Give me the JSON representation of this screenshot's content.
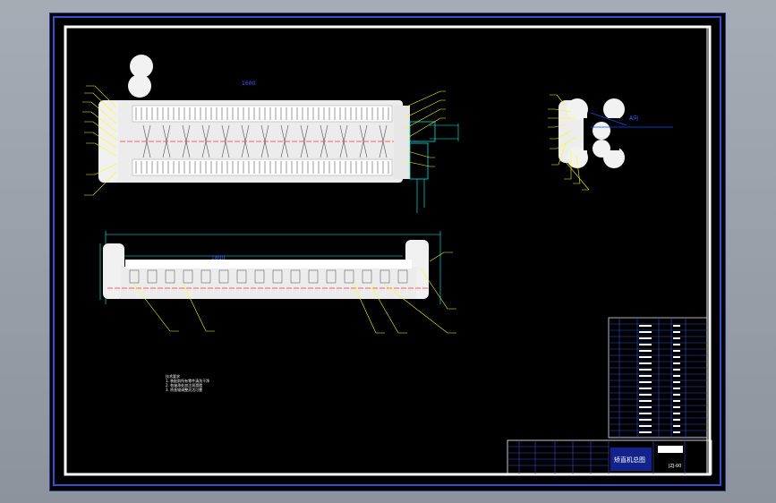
{
  "colors": {
    "background": "#000000",
    "border_blue": "#3050d0",
    "outline": "#ffffff",
    "dimension": "#00ffff",
    "leader": "#ffff00",
    "centerline": "#ff3030",
    "title_blue": "#2040ff"
  },
  "top_view": {
    "label": "1600"
  },
  "side_view": {
    "label": "1800"
  },
  "end_view": {
    "label": "A向"
  },
  "title_block": {
    "drawing_name": "矫直机总图",
    "code": "JZJ-00"
  },
  "notes": [
    "技术要求",
    "1. 装配前所有零件清洗干净",
    "2. 各轴承处加注润滑脂",
    "3. 矫直辊调整灵活可靠"
  ]
}
